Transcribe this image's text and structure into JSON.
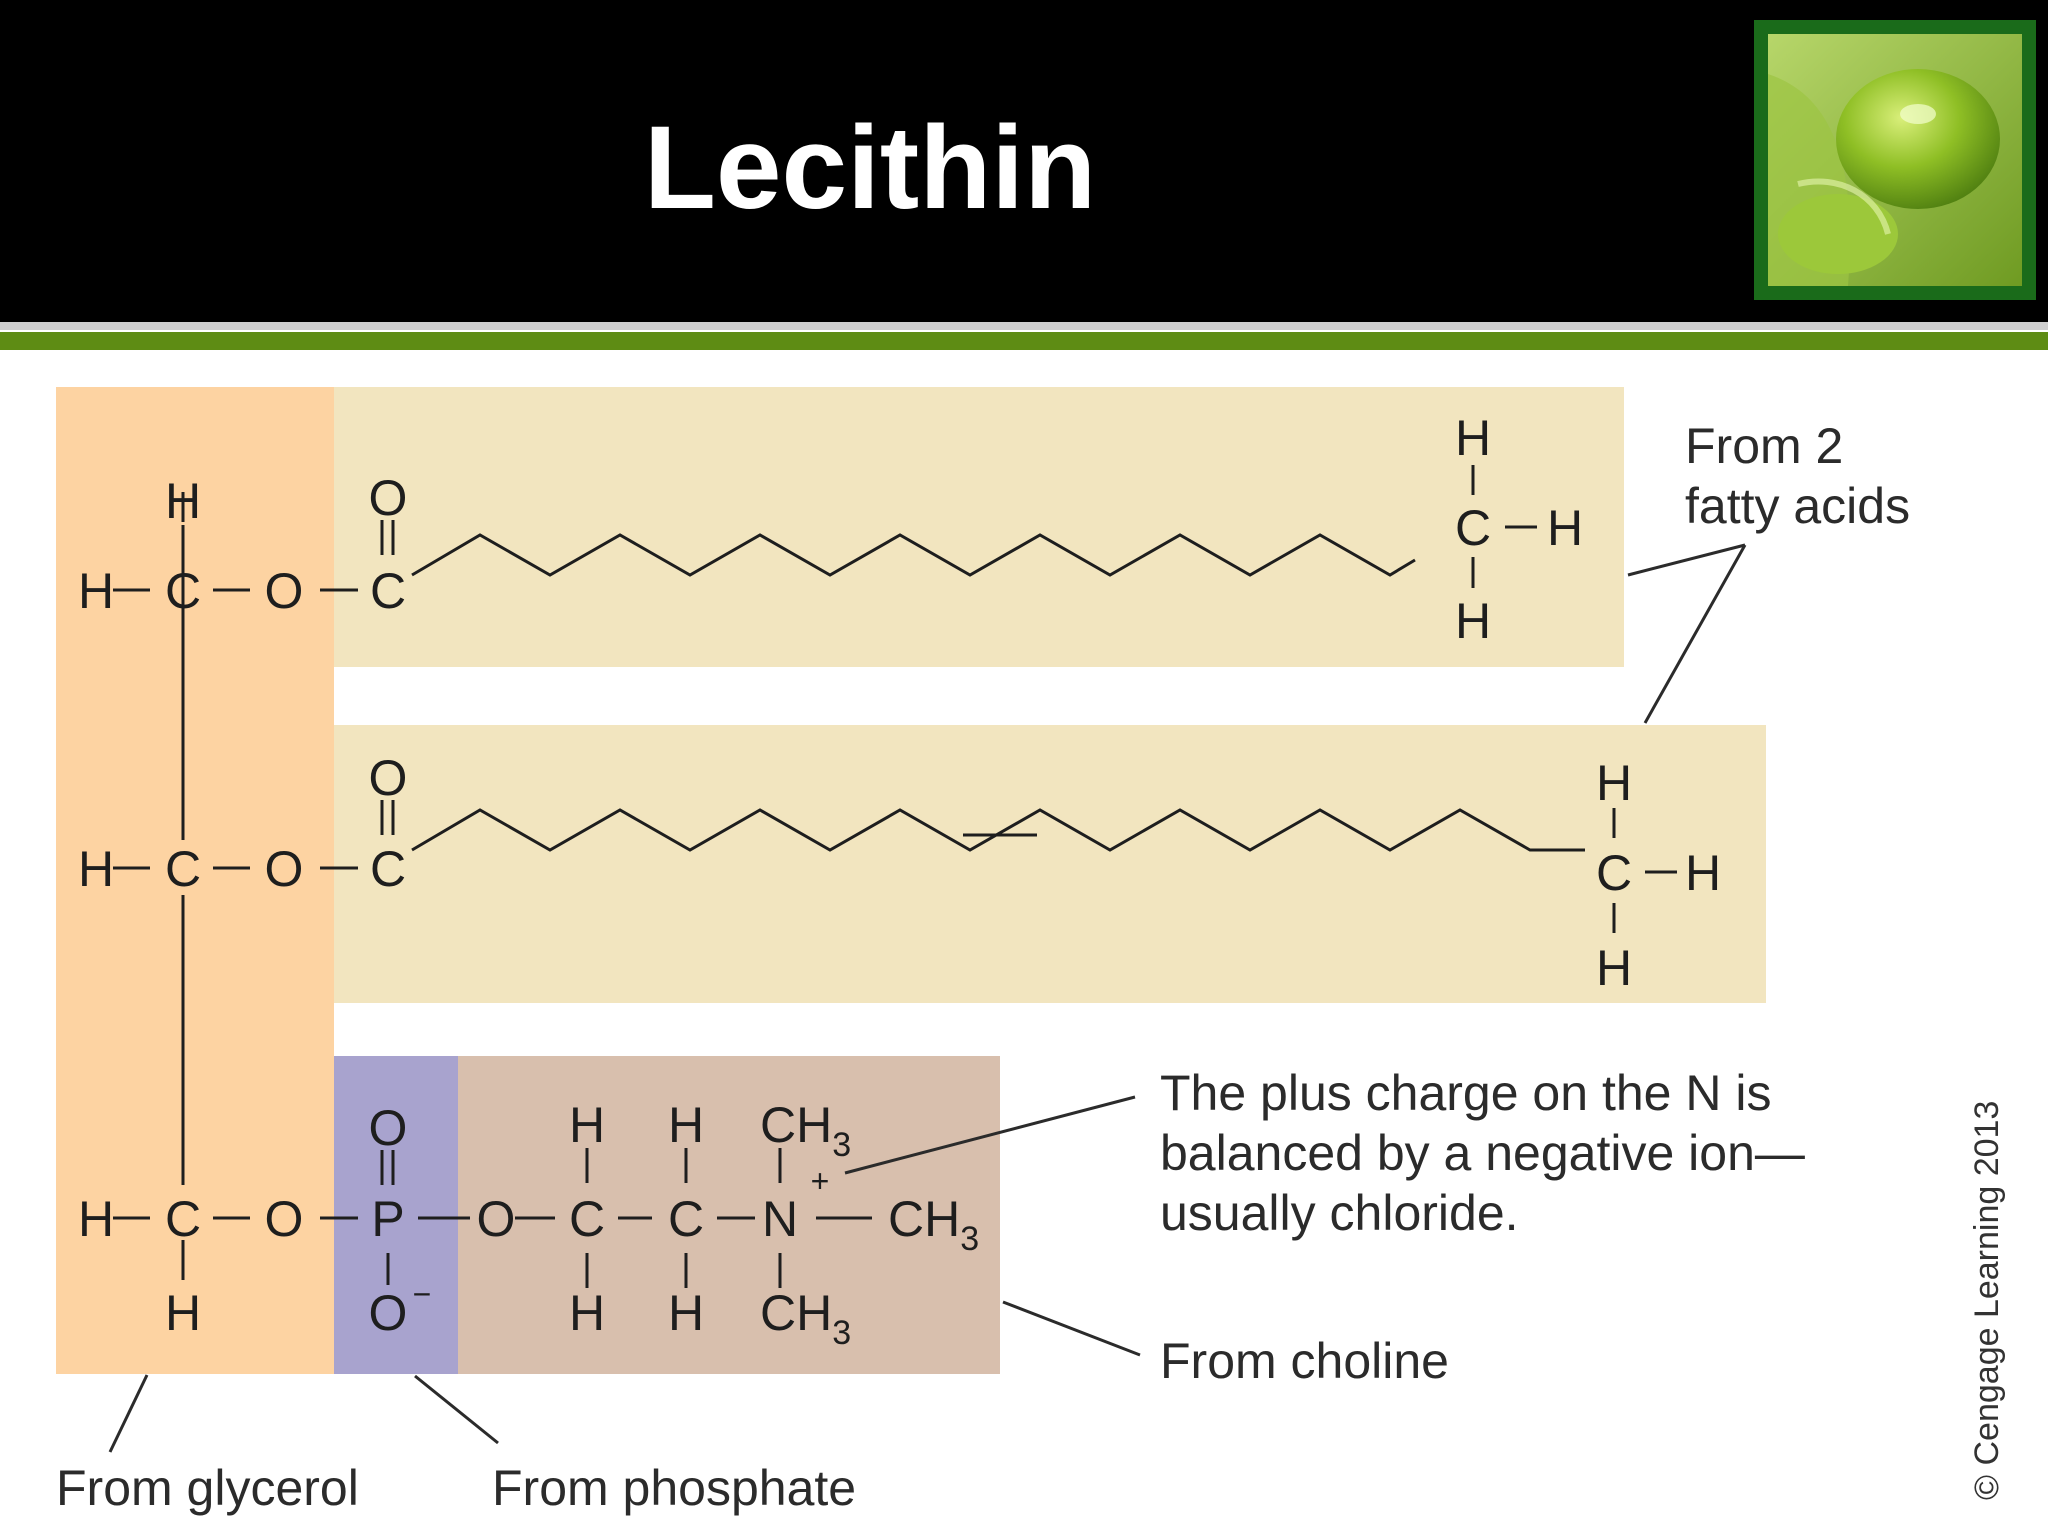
{
  "slide": {
    "title": "Lecithin",
    "copyright": "© Cengage Learning 2013"
  },
  "labels": {
    "fatty_acids_line1": "From 2",
    "fatty_acids_line2": "fatty acids",
    "charge_note_line1": "The plus charge on the N is",
    "charge_note_line2": "balanced by a negative ion—",
    "charge_note_line3": "usually chloride.",
    "from_choline": "From choline",
    "from_glycerol": "From glycerol",
    "from_phosphate": "From phosphate"
  },
  "atoms": {
    "H": "H",
    "C": "C",
    "O": "O",
    "P": "P",
    "N": "N",
    "CH": "CH",
    "three": "3",
    "plus": "+",
    "minus": "−"
  },
  "colors": {
    "glycerol_region": "#fdd3a2",
    "fatty_acid_region": "#f2e5bf",
    "phosphate_region": "#a8a3ce",
    "choline_region": "#d8bfad",
    "accent_green": "#5e8c14"
  }
}
